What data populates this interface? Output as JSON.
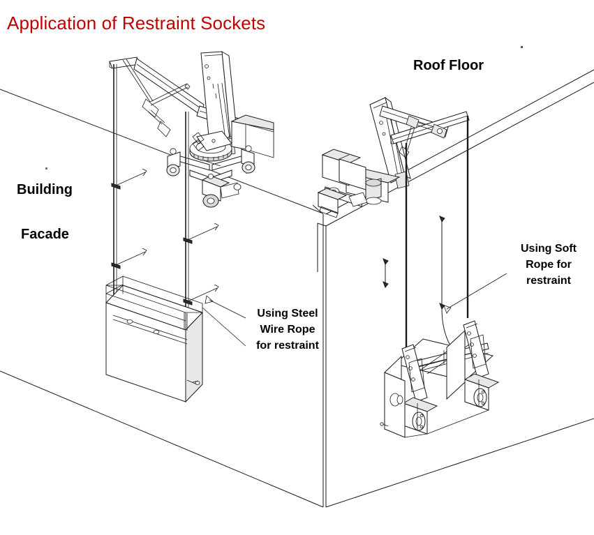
{
  "title": "Application of Restraint Sockets",
  "title_color": "#c00000",
  "labels": {
    "roof_floor": "Roof Floor",
    "building": "Building",
    "facade": "Facade",
    "steel_rope_l1": "Using Steel",
    "steel_rope_l2": "Wire Rope",
    "steel_rope_l3": "for restraint",
    "soft_rope_l1": "Using Soft",
    "soft_rope_l2": "Rope for",
    "soft_rope_l3": "restraint"
  },
  "diagram": {
    "type": "isometric-technical-line-drawing",
    "subject": "Building Maintenance Unit (BMU) davit machines with suspended gondola cradles restrained against a building facade",
    "scenes": [
      {
        "id": "left-scene",
        "restraint_method": "Using Steel Wire Rope for restraint",
        "machine": "roof-mounted davit / trolley BMU with slew ring and wheeled bogie chassis",
        "suspension_ropes": 2,
        "restraint_socket_markers": 4,
        "cradle": "open tubular gondola platform"
      },
      {
        "id": "right-scene",
        "restraint_method": "Using Soft Rope for restraint",
        "machine": "roof-mounted davit arm BMU on parapet with counterweight",
        "suspension_ropes": 2,
        "restraint_socket_markers": 2,
        "cradle": "gondola with twin hoist units and traction winches"
      }
    ],
    "stroke_color": "#1a1a1a",
    "background": "#ffffff"
  }
}
